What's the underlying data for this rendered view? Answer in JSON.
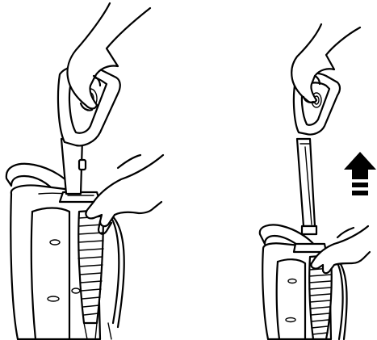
{
  "diagram": {
    "panels": [
      {
        "id": "left",
        "step": "grip-handle-at-base"
      },
      {
        "id": "right",
        "step": "pull-handle-up"
      }
    ],
    "arrow": {
      "direction": "up",
      "color": "#000000"
    },
    "line_color": "#000000",
    "background": "#ffffff"
  }
}
